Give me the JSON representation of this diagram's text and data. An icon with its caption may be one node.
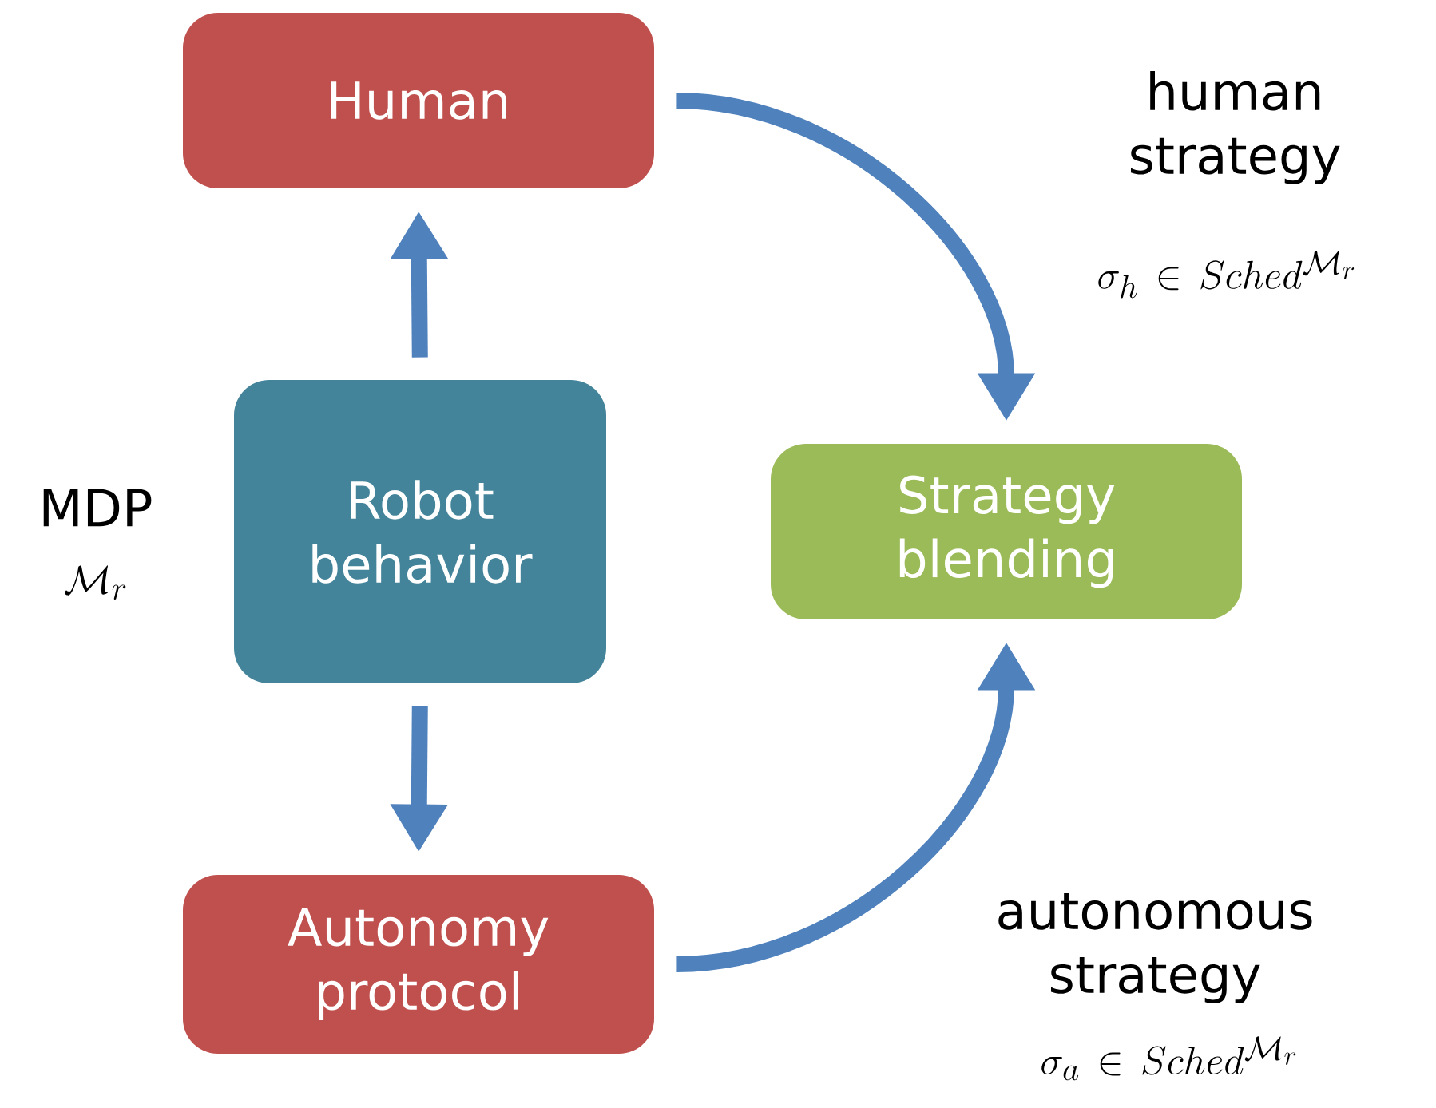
{
  "diagram": {
    "nodes": [
      {
        "text": [
          "Human"
        ]
      },
      {
        "text": [
          "Robot behavior"
        ]
      },
      {
        "text": [
          "Strategy blending"
        ]
      },
      {
        "text": [
          "Autonomy protocol"
        ]
      }
    ],
    "edges": [
      {
        "from": 1,
        "to": 0,
        "arrow": "to"
      },
      {
        "from": 1,
        "to": 3,
        "arrow": "to"
      },
      {
        "from": 0,
        "to": 2,
        "arrow": "to"
      },
      {
        "from": 3,
        "to": 2,
        "arrow": "to"
      }
    ],
    "labels": [
      "human strategy",
      "\\sigma_h \\in Sched^{\\mathcal{M}_r}",
      "MDP",
      "\\mathcal{M}_r",
      "autonomous strategy",
      "\\sigma_a \\in Sched^{\\mathcal{M}_r}"
    ]
  }
}
